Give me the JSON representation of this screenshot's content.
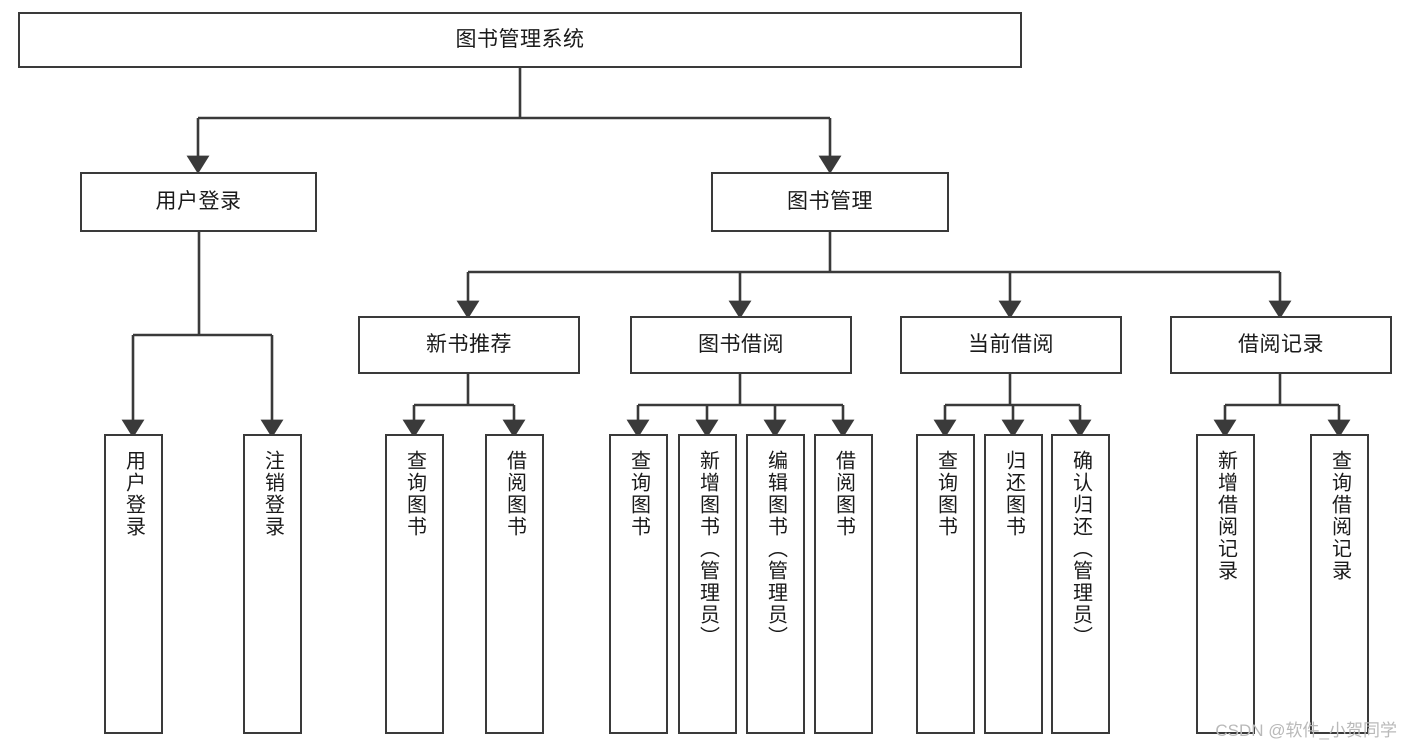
{
  "diagram": {
    "title": "图书管理系统",
    "type": "tree-hierarchy",
    "watermark": "CSDN @软件_小贺同学",
    "colors": {
      "background": "#ffffff",
      "box_border": "#3a3a3a",
      "box_fill": "#ffffff",
      "text": "#1a1a1a",
      "connector": "#3a3a3a",
      "watermark": "#b9b9b9"
    },
    "root": {
      "label": "图书管理系统"
    },
    "level2": [
      {
        "label": "用户登录"
      },
      {
        "label": "图书管理"
      }
    ],
    "level3": [
      {
        "label": "新书推荐"
      },
      {
        "label": "图书借阅"
      },
      {
        "label": "当前借阅"
      },
      {
        "label": "借阅记录"
      }
    ],
    "leaves": {
      "user_login": [
        {
          "label": "用户登录"
        },
        {
          "label": "注销登录"
        }
      ],
      "new_book_recommend": [
        {
          "label": "查询图书"
        },
        {
          "label": "借阅图书"
        }
      ],
      "book_borrow": [
        {
          "label": "查询图书"
        },
        {
          "label": "新增图书（管理员）"
        },
        {
          "label": "编辑图书（管理员）"
        },
        {
          "label": "借阅图书"
        }
      ],
      "current_borrow": [
        {
          "label": "查询图书"
        },
        {
          "label": "归还图书"
        },
        {
          "label": "确认归还（管理员）"
        }
      ],
      "borrow_record": [
        {
          "label": "新增借阅记录"
        },
        {
          "label": "查询借阅记录"
        }
      ]
    }
  }
}
